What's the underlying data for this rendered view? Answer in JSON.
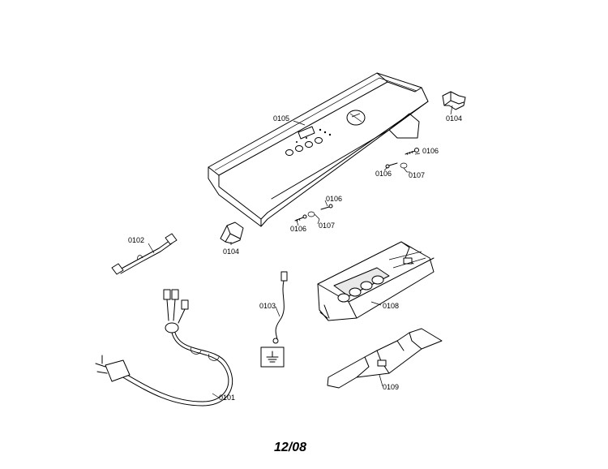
{
  "diagram": {
    "page_number": "12/08",
    "callouts": {
      "p0101": "0101",
      "p0102": "0102",
      "p0103": "0103",
      "p0104a": "0104",
      "p0104b": "0104",
      "p0105": "0105",
      "p0106a": "0106",
      "p0106b": "0106",
      "p0106c": "0106",
      "p0106d": "0106",
      "p0107a": "0107",
      "p0107b": "0107",
      "p0108": "0108",
      "p0109": "0109"
    }
  }
}
